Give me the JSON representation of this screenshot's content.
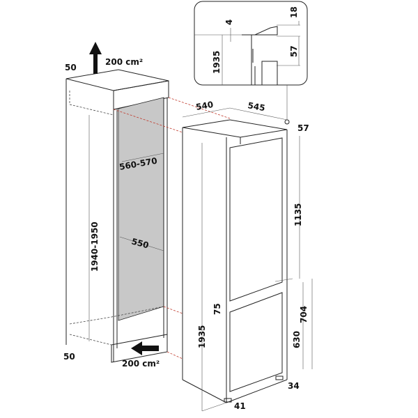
{
  "diagram": {
    "airflow_top": "200 cm²",
    "airflow_bottom": "200 cm²",
    "cabinet": {
      "top_gap": "50",
      "bottom_gap": "50",
      "depth": "560-570",
      "width": "550",
      "height": "1940-1950"
    },
    "appliance": {
      "depth": "540",
      "width": "545",
      "top_offset": "57",
      "height": "1935",
      "upper_door": "1135",
      "door_gap": "75",
      "lower_section": "704",
      "lower_door": "630",
      "foot_right": "34",
      "foot_left": "41"
    },
    "detail": {
      "gap": "4",
      "top": "18",
      "height": "1935",
      "offset": "57"
    },
    "colors": {
      "line": "#222222",
      "panel": "#c8c8c8",
      "hint": "#c0392b"
    }
  }
}
